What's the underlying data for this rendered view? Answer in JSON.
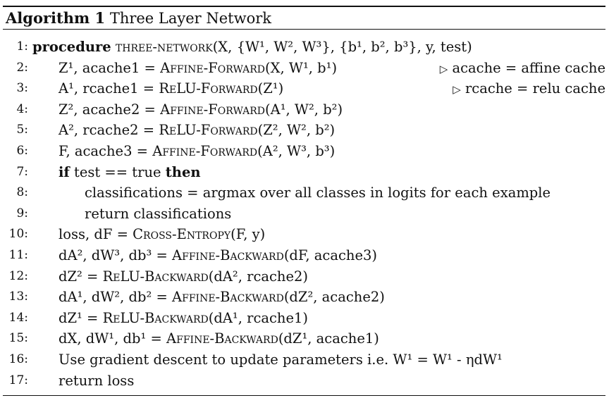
{
  "caption": {
    "label": "Algorithm 1",
    "title": "Three Layer Network"
  },
  "lines": [
    {
      "num": "1:",
      "indent": 0,
      "kw": "procedure",
      "text": "",
      "sc": "three-network",
      "args": "(X, {W¹, W², W³}, {b¹, b², b³}, y, test)"
    },
    {
      "num": "2:",
      "indent": 1,
      "text": "Z¹, acache1 = ",
      "sc": "Affine-Forward",
      "args": "(X, W¹, b¹)",
      "comment": "acache = affine cache"
    },
    {
      "num": "3:",
      "indent": 1,
      "text": "A¹, rcache1 = ",
      "sc": "ReLU-Forward",
      "args": "(Z¹)",
      "comment": "rcache = relu cache"
    },
    {
      "num": "4:",
      "indent": 1,
      "text": "Z², acache2 = ",
      "sc": "Affine-Forward",
      "args": "(A¹, W², b²)"
    },
    {
      "num": "5:",
      "indent": 1,
      "text": "A², rcache2 = ",
      "sc": "ReLU-Forward",
      "args": "(Z², W², b²)"
    },
    {
      "num": "6:",
      "indent": 1,
      "text": "F, acache3 = ",
      "sc": "Affine-Forward",
      "args": "(A², W³, b³)"
    },
    {
      "num": "7:",
      "indent": 1,
      "kw": "if",
      "text": "test == true",
      "kw2": "then"
    },
    {
      "num": "8:",
      "indent": 2,
      "text": "classifications = argmax over all classes in logits for each example"
    },
    {
      "num": "9:",
      "indent": 2,
      "text": "return classifications"
    },
    {
      "num": "10:",
      "indent": 1,
      "text": "loss, dF = ",
      "sc": "Cross-Entropy",
      "args": "(F, y)"
    },
    {
      "num": "11:",
      "indent": 1,
      "text": "dA², dW³, db³ = ",
      "sc": "Affine-Backward",
      "args": "(dF, acache3)"
    },
    {
      "num": "12:",
      "indent": 1,
      "text": "dZ² = ",
      "sc": "ReLU-Backward",
      "args": "(dA², rcache2)"
    },
    {
      "num": "13:",
      "indent": 1,
      "text": "dA¹, dW², db² = ",
      "sc": "Affine-Backward",
      "args": "(dZ², acache2)"
    },
    {
      "num": "14:",
      "indent": 1,
      "text": "dZ¹ = ",
      "sc": "ReLU-Backward",
      "args": "(dA¹, rcache1)"
    },
    {
      "num": "15:",
      "indent": 1,
      "text": "dX, dW¹, db¹ = ",
      "sc": "Affine-Backward",
      "args": "(dZ¹, acache1)"
    },
    {
      "num": "16:",
      "indent": 1,
      "text": "Use gradient descent to update parameters i.e. W¹ = W¹ - ηdW¹"
    },
    {
      "num": "17:",
      "indent": 1,
      "text": "return loss"
    }
  ],
  "comment_marker": "▷"
}
